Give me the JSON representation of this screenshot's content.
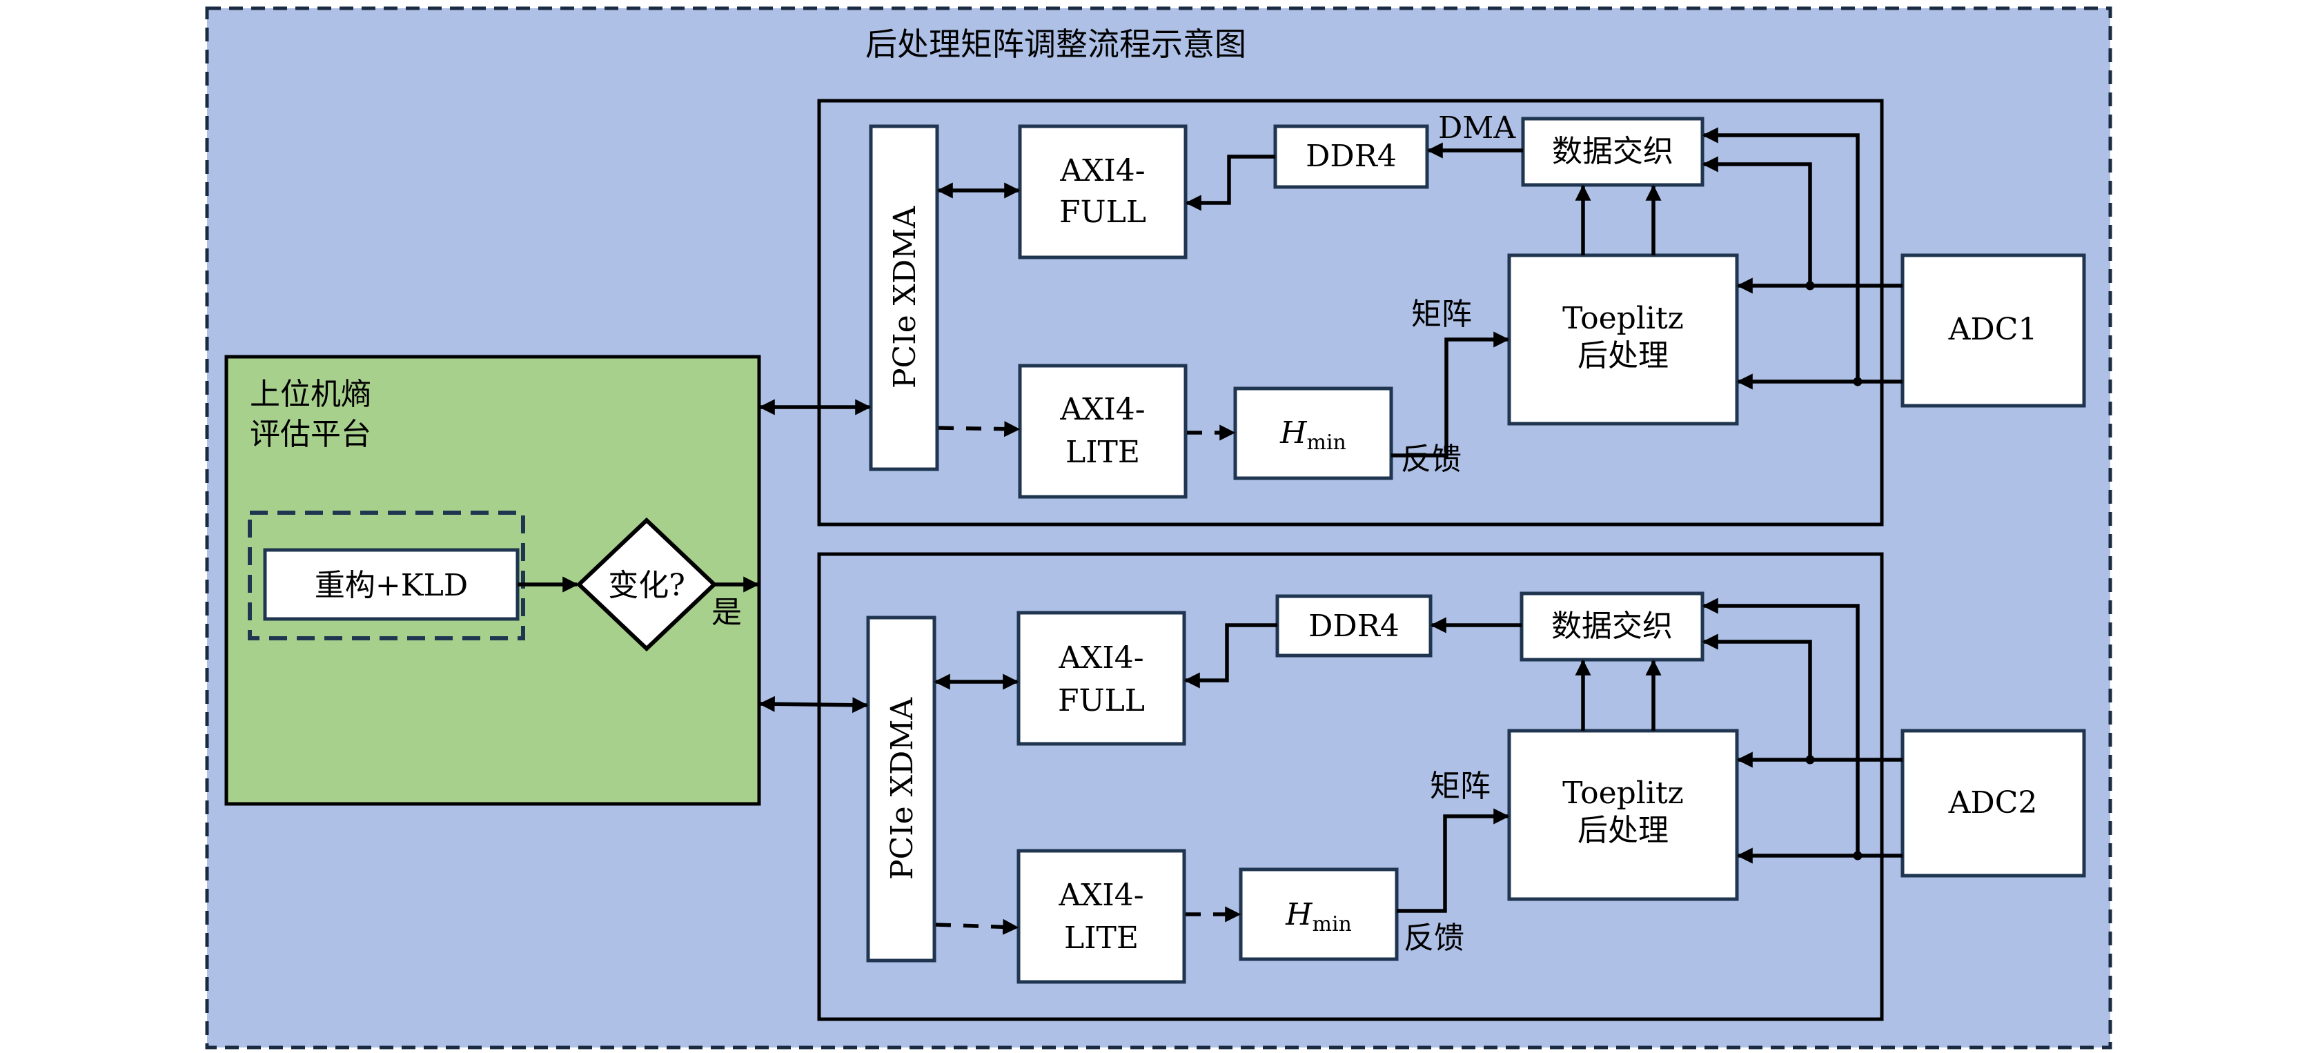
{
  "title": "后处理矩阵调整流程示意图",
  "host": {
    "label_line1": "上位机熵",
    "label_line2": "评估平台",
    "reconstruct": "重构+KLD",
    "decision": "变化?",
    "yes": "是"
  },
  "channels": [
    {
      "pcie": "PCIe XDMA",
      "axi_full_line1": "AXI4-",
      "axi_full_line2": "FULL",
      "axi_lite_line1": "AXI4-",
      "axi_lite_line2": "LITE",
      "ddr": "DDR4",
      "dma": "DMA",
      "interleave": "数据交织",
      "toeplitz_line1": "Toeplitz",
      "toeplitz_line2": "后处理",
      "hmin_base": "H",
      "hmin_sub": "min",
      "matrix": "矩阵",
      "feedback": "反馈",
      "adc": "ADC1"
    },
    {
      "pcie": "PCIe XDMA",
      "axi_full_line1": "AXI4-",
      "axi_full_line2": "FULL",
      "axi_lite_line1": "AXI4-",
      "axi_lite_line2": "LITE",
      "ddr": "DDR4",
      "interleave": "数据交织",
      "toeplitz_line1": "Toeplitz",
      "toeplitz_line2": "后处理",
      "hmin_base": "H",
      "hmin_sub": "min",
      "matrix": "矩阵",
      "feedback": "反馈",
      "adc": "ADC2"
    }
  ],
  "colors": {
    "background": "#aec0e6",
    "host_panel": "#a8d08d",
    "box_border": "#1f3550"
  }
}
